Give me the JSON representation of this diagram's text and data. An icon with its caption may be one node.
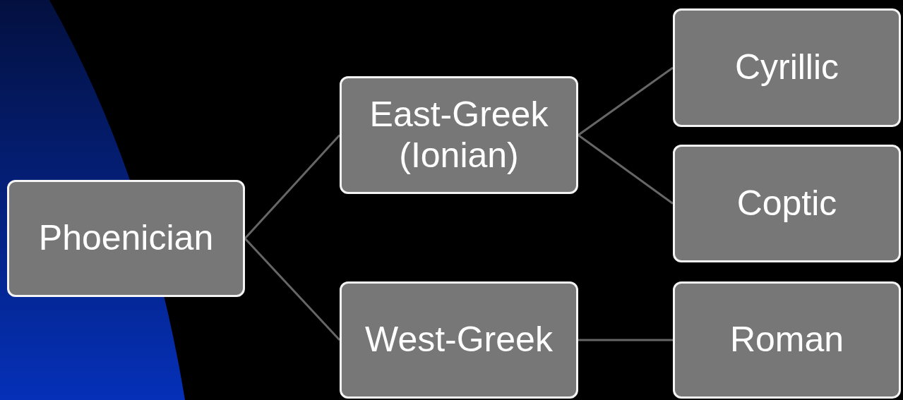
{
  "diagram": {
    "nodes": [
      {
        "text": [
          "Phoenician"
        ]
      },
      {
        "text": [
          "East-Greek (Ionian)"
        ]
      },
      {
        "text": [
          "West-Greek"
        ]
      },
      {
        "text": [
          "Cyrillic"
        ]
      },
      {
        "text": [
          "Coptic"
        ]
      },
      {
        "text": [
          "Roman"
        ]
      }
    ],
    "edges": [
      {
        "from": 0,
        "to": 1,
        "arrow": "none"
      },
      {
        "from": 0,
        "to": 2,
        "arrow": "none"
      },
      {
        "from": 1,
        "to": 3,
        "arrow": "none"
      },
      {
        "from": 1,
        "to": 4,
        "arrow": "none"
      },
      {
        "from": 2,
        "to": 5,
        "arrow": "none"
      }
    ]
  }
}
